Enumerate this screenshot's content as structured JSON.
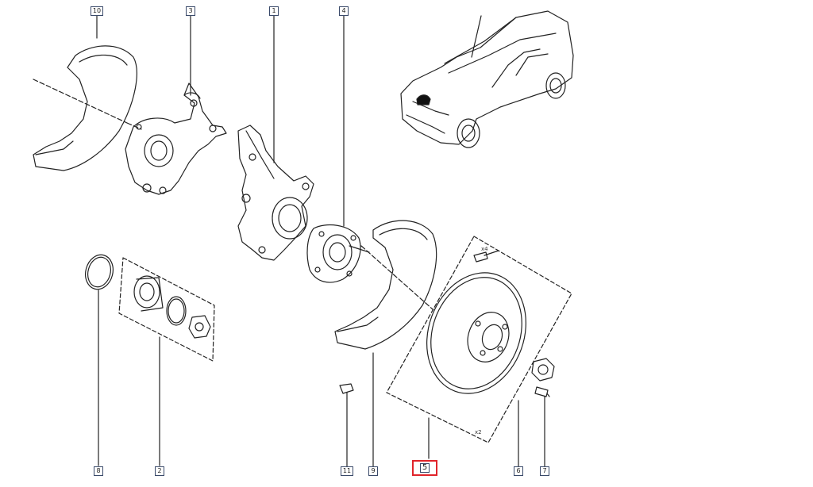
{
  "callouts": {
    "c10": "10",
    "c3": "3",
    "c1": "1",
    "c4": "4",
    "c8": "8",
    "c2": "2",
    "c11": "11",
    "c9": "9",
    "c5": "5",
    "c6": "6",
    "c7": "7"
  },
  "selected_callout": "5",
  "quantity_marks": {
    "screws_top": "x4",
    "bolts_bottom": "x2"
  },
  "colors": {
    "line": "#222222",
    "callout_border": "#3a4a6a",
    "highlight": "#e0242b"
  }
}
